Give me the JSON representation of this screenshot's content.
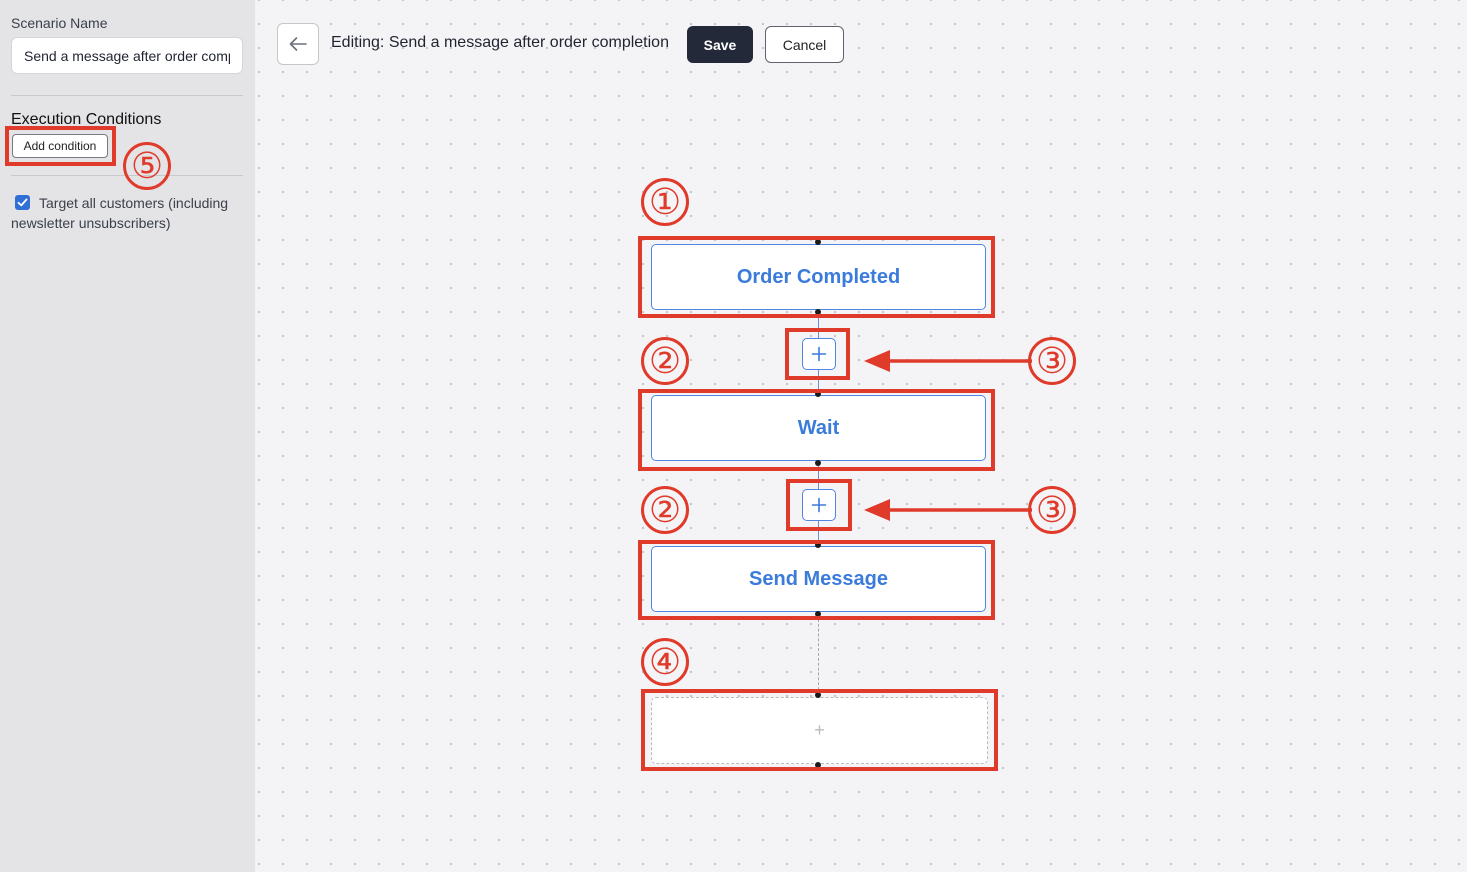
{
  "sidebar": {
    "scenario_name_label": "Scenario Name",
    "scenario_name_value": "Send a message after order completion",
    "execution_conditions_label": "Execution Conditions",
    "add_condition_label": "Add condition",
    "target_all_label": "Target all customers (including newsletter unsubscribers)",
    "target_all_checked": true
  },
  "header": {
    "back_icon": "arrow-left-icon",
    "editing_title": "Editing: Send a message after order completion",
    "save_label": "Save",
    "cancel_label": "Cancel"
  },
  "flow": {
    "nodes": [
      {
        "label": "Order Completed"
      },
      {
        "label": "Wait"
      },
      {
        "label": "Send Message"
      },
      {
        "label": "+"
      }
    ],
    "add_step_icon": "plus-icon"
  },
  "annotations": {
    "markers": [
      "①",
      "②",
      "②",
      "③",
      "③",
      "④",
      "⑤"
    ],
    "accent_color": "#e03a2a"
  },
  "colors": {
    "primary_blue": "#3a7bdc",
    "save_button": "#232938",
    "sidebar_bg": "#e4e4e7"
  }
}
